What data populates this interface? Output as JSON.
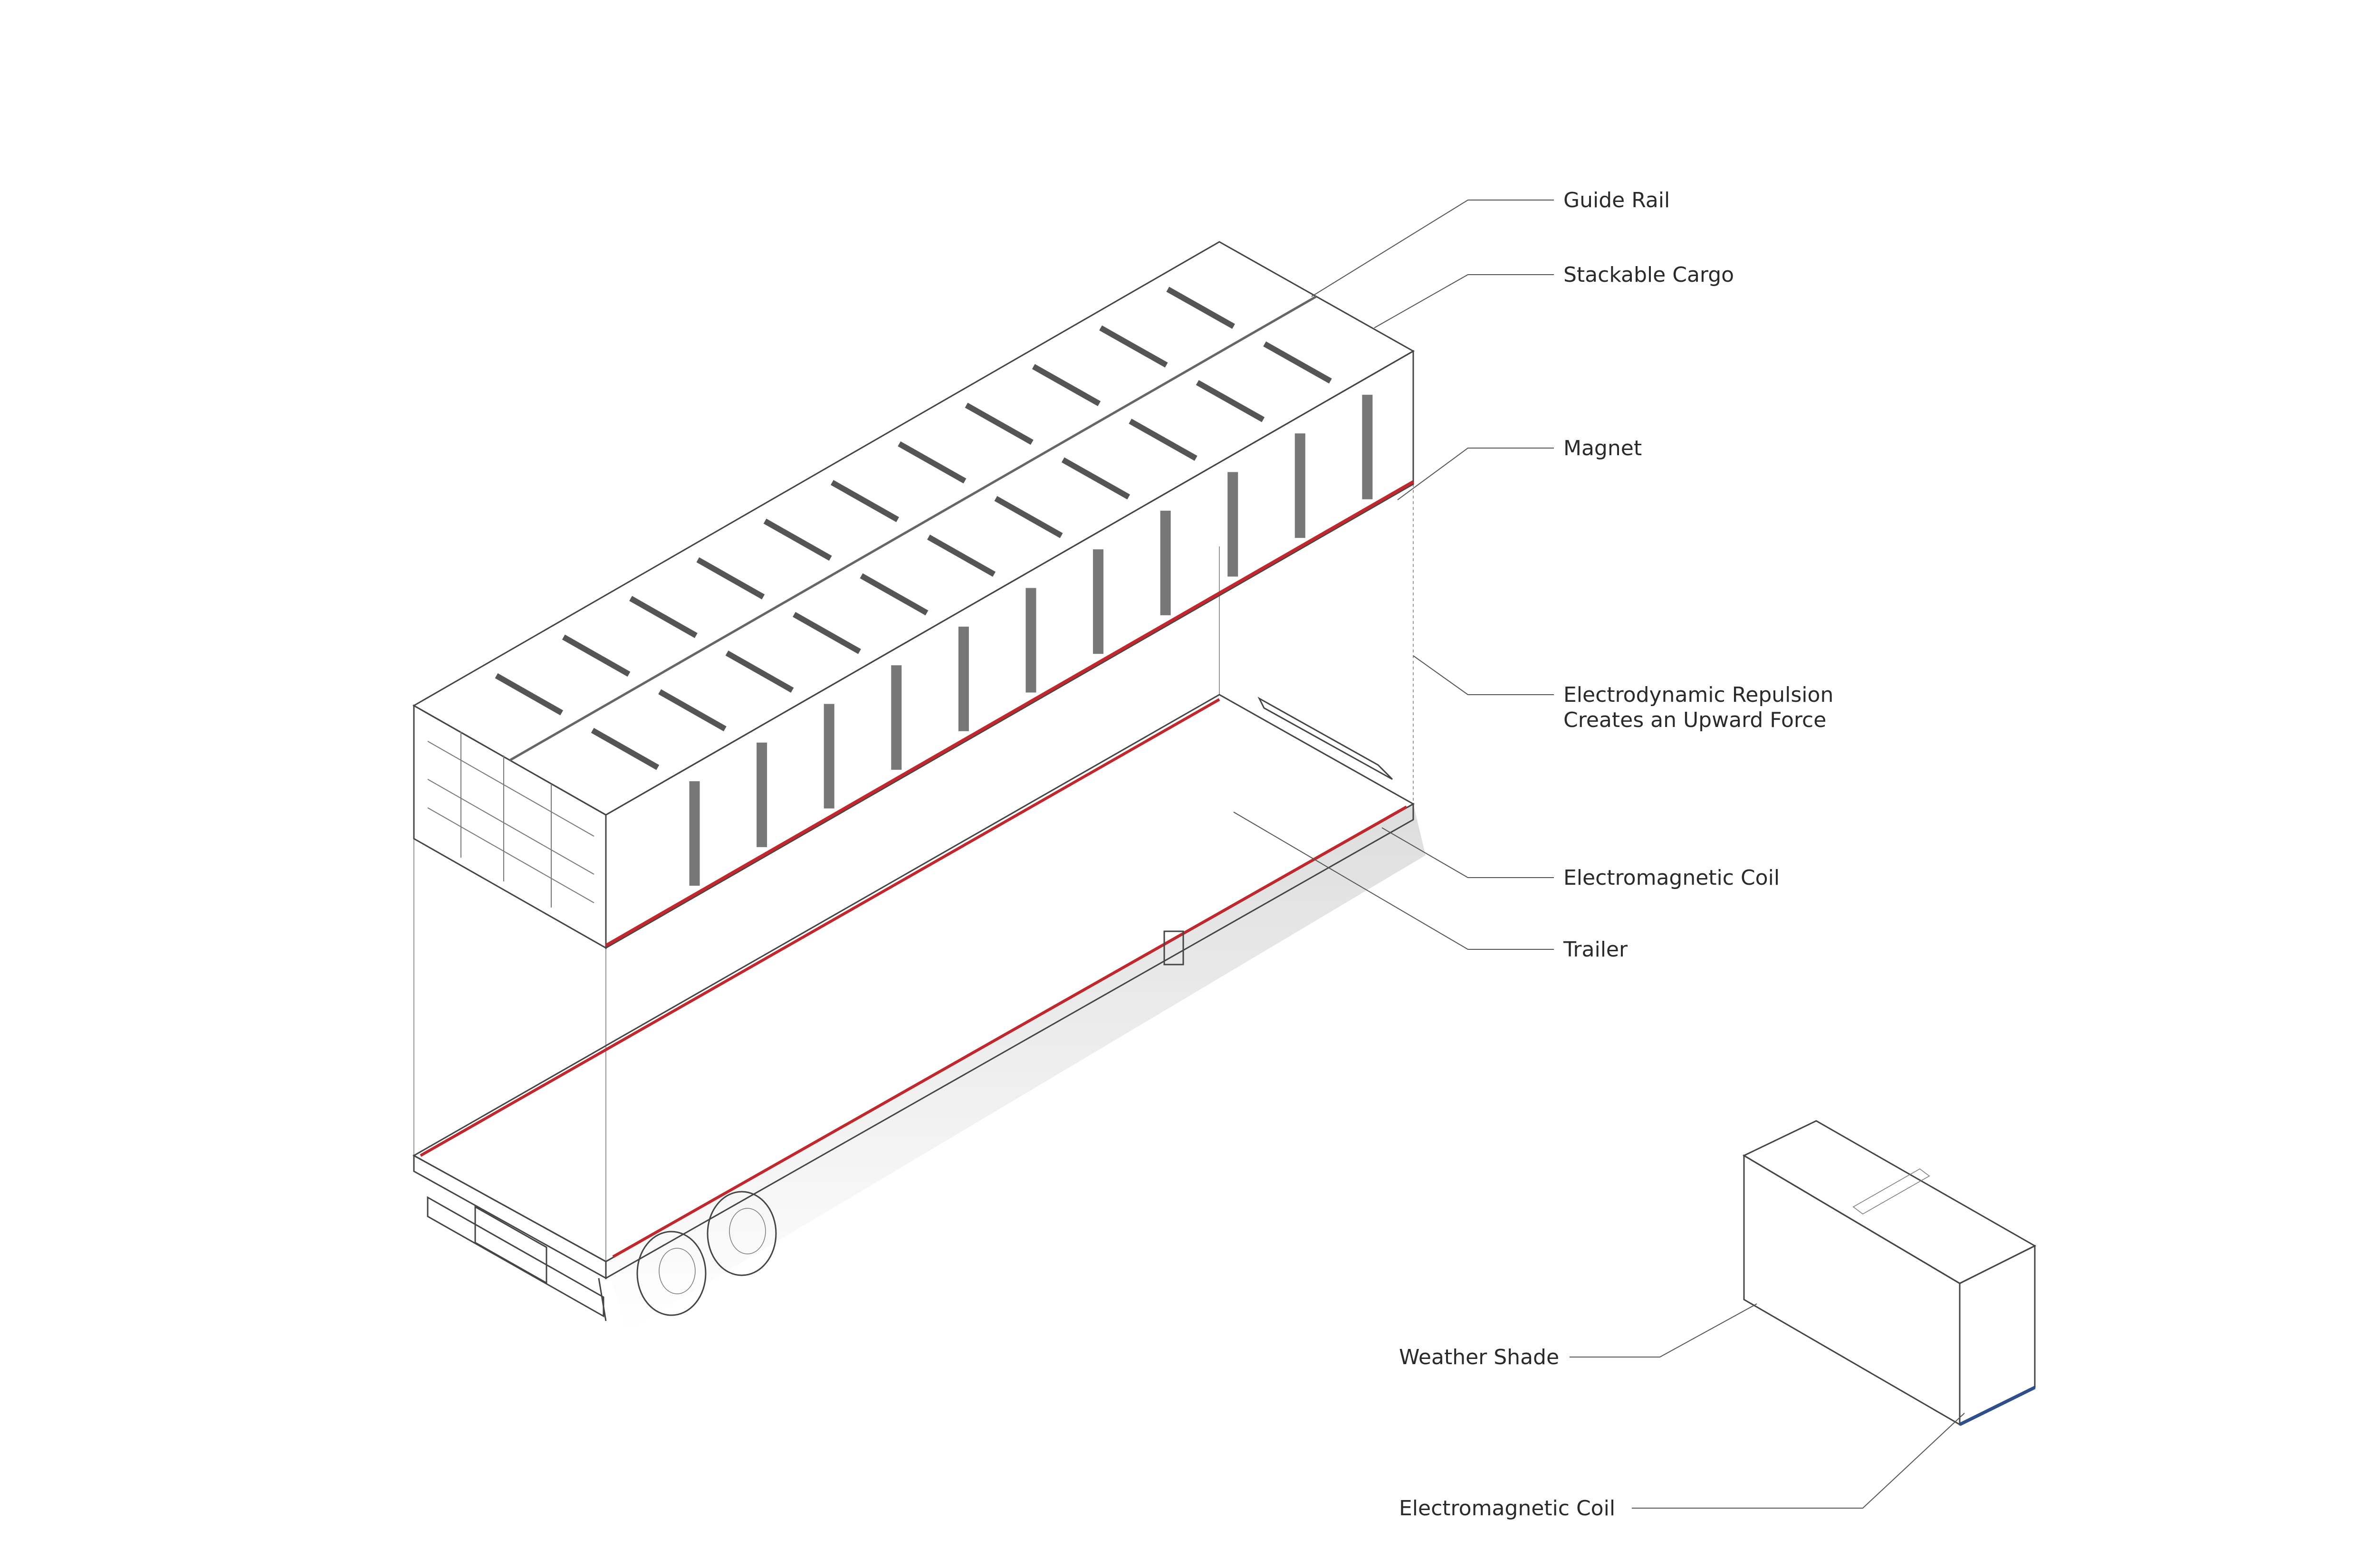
{
  "labels": {
    "guide_rail": "Guide Rail",
    "stackable_cargo": "Stackable Cargo",
    "magnet": "Magnet",
    "repulsion_line1": "Electrodynamic Repulsion",
    "repulsion_line2": "Creates an Upward Force",
    "coil_trailer": "Electromagnetic Coil",
    "trailer": "Trailer",
    "weather_shade": "Weather Shade",
    "coil_module": "Electromagnetic Coil"
  },
  "colors": {
    "magnet": "#c0282d",
    "coil_module": "#2f4f8a",
    "line": "#444444"
  }
}
